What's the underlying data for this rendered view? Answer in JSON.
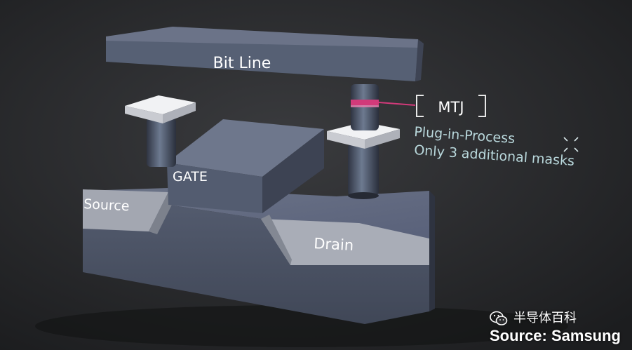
{
  "labels": {
    "bit_line": "Bit Line",
    "mtj": "MTJ",
    "plug_in_process": "Plug-in-Process",
    "masks": "Only 3 additional masks",
    "gate": "GATE",
    "source": "Source",
    "drain": "Drain"
  },
  "watermark": {
    "icon": "wechat-icon",
    "text": "半导体百科"
  },
  "credit": "Source: Samsung",
  "colors": {
    "background": "#2b2c2e",
    "block_top": "#656d80",
    "block_front": "#4c5466",
    "block_side": "#3c4252",
    "region": "#a6aab4",
    "pad": "#e8e9ec",
    "mtj_accent": "#d23a7a",
    "callout": "#e6e6e6",
    "annotation": "#b9d8dc"
  }
}
